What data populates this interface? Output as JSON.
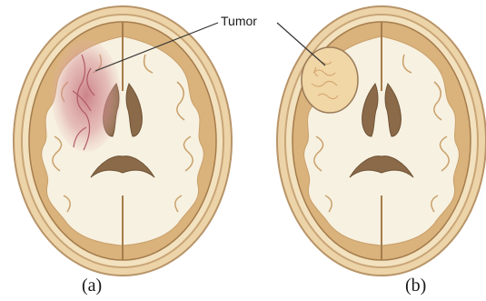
{
  "annotation": {
    "text": "Tumor"
  },
  "panels": [
    {
      "label": "(a)"
    },
    {
      "label": "(b)"
    }
  ],
  "colors": {
    "scalp": "#e8cfa0",
    "skull_outline": "#b89468",
    "gray_matter": "#d9b27c",
    "white_matter": "#f7f1e1",
    "tumor_infiltrative": "#c97f86",
    "tumor_encapsulated": "#f1d6a6",
    "leader_line": "#333333"
  }
}
